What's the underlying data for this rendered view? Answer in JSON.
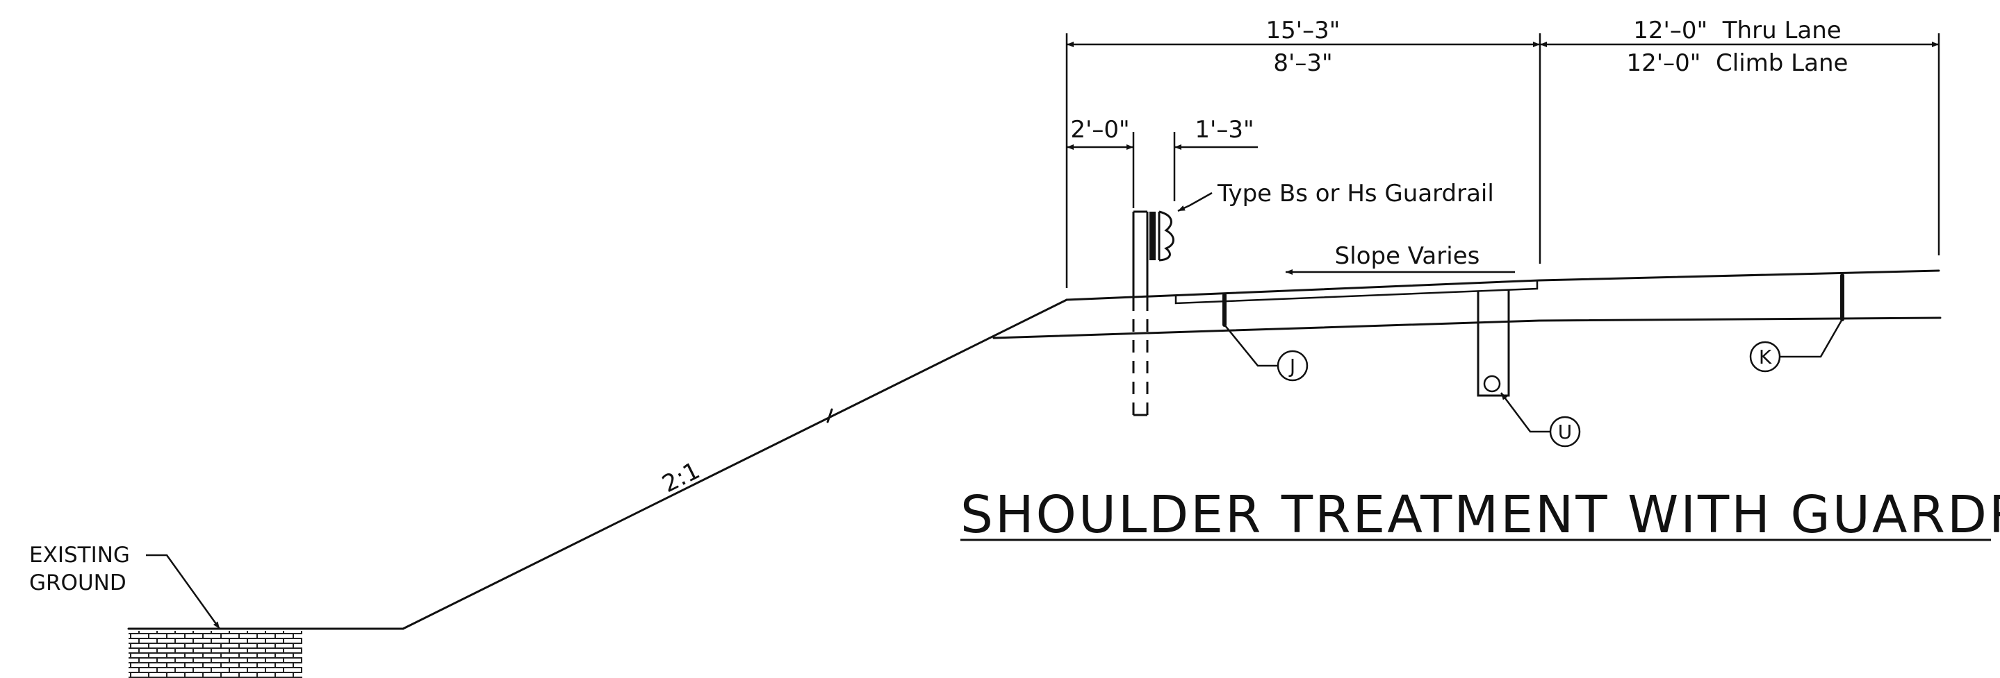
{
  "drawing": {
    "title": "SHOULDER TREATMENT WITH GUARDRAIL",
    "dimensions": {
      "shoulder_upper": "15'–3\"",
      "shoulder_lower": "8'–3\"",
      "lane_upper": "12'–0\"  Thru Lane",
      "lane_lower": "12'–0\"  Climb Lane",
      "post_offset": "2'–0\"",
      "rail_offset": "1'–3\""
    },
    "notes": {
      "guardrail": "Type Bs or Hs Guardrail",
      "slope": "Slope Varies",
      "fill_slope": "2:1",
      "existing_ground_line1": "EXISTING",
      "existing_ground_line2": "GROUND"
    },
    "callouts": {
      "j": "J",
      "u": "U",
      "k": "K"
    },
    "line_color": "#111111"
  }
}
